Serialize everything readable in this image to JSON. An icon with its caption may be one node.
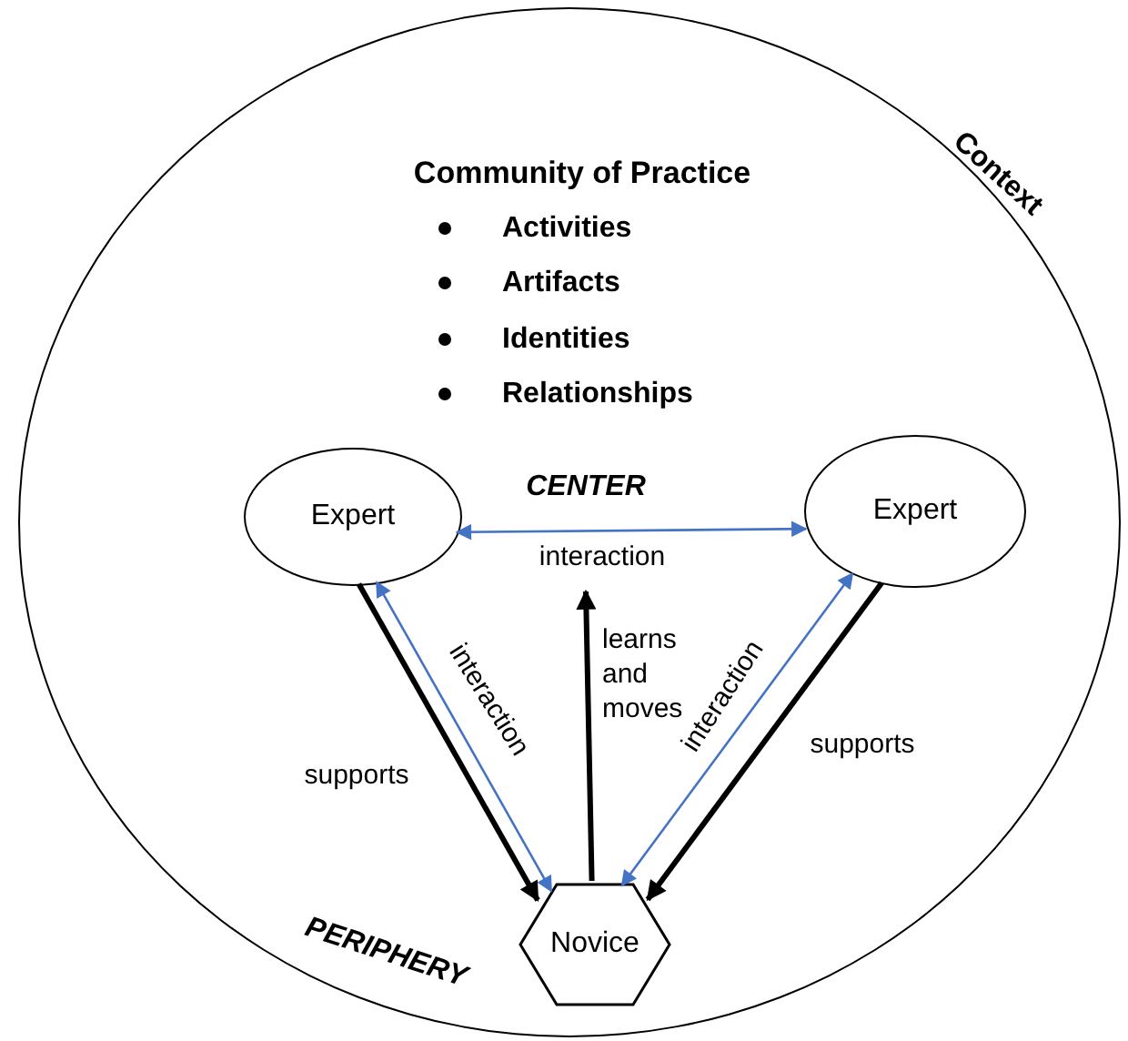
{
  "diagram": {
    "nodes": [
      {
        "text": [
          "Context"
        ]
      },
      {
        "text": [
          "Expert"
        ],
        "in": 0
      },
      {
        "text": [
          "Expert"
        ],
        "in": 0
      },
      {
        "text": [
          "Novice"
        ],
        "in": 0
      }
    ],
    "edges": [
      {
        "from": 1,
        "to": 2,
        "arrow": "both",
        "label": "interaction",
        "color": "#4472c4"
      },
      {
        "from": 1,
        "to": 3,
        "arrow": "to",
        "label": "supports",
        "style": "thick",
        "color": "#000000"
      },
      {
        "from": 1,
        "to": 3,
        "arrow": "both",
        "label": "interaction",
        "color": "#4472c4"
      },
      {
        "from": 3,
        "to": null,
        "arrow": "to",
        "label": "learns and moves",
        "style": "thick",
        "color": "#000000"
      },
      {
        "from": 2,
        "to": 3,
        "arrow": "both",
        "label": "interaction",
        "color": "#4472c4"
      },
      {
        "from": 2,
        "to": 3,
        "arrow": "to",
        "label": "supports",
        "style": "thick",
        "color": "#000000"
      }
    ],
    "labels": [
      "Community of Practice",
      "Activities",
      "Artifacts",
      "Identities",
      "Relationships",
      "CENTER",
      "PERIPHERY"
    ]
  }
}
